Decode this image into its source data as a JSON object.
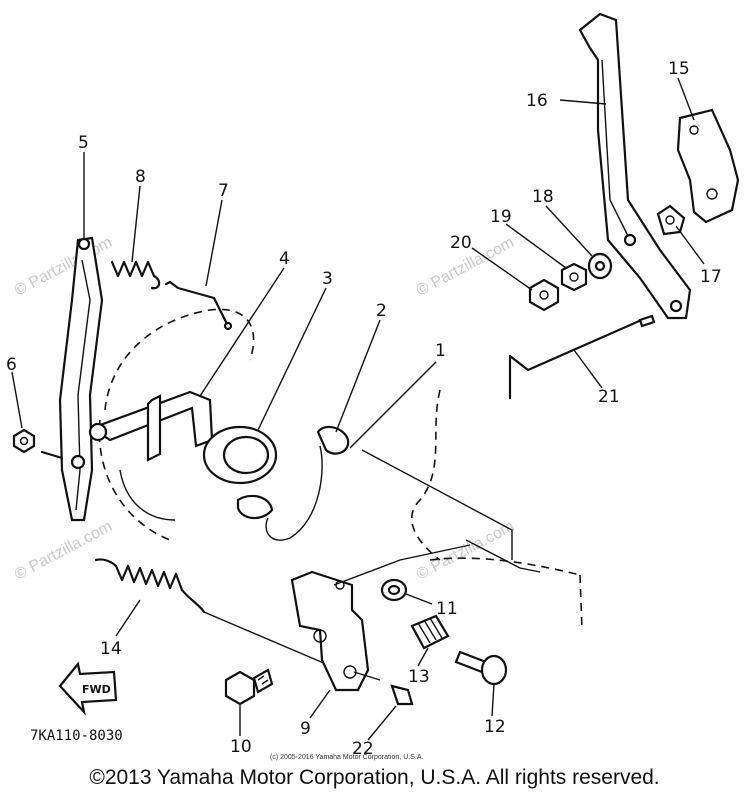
{
  "parts": [
    {
      "n": "1"
    },
    {
      "n": "2"
    },
    {
      "n": "3"
    },
    {
      "n": "4"
    },
    {
      "n": "5"
    },
    {
      "n": "6"
    },
    {
      "n": "7"
    },
    {
      "n": "8"
    },
    {
      "n": "9"
    },
    {
      "n": "10"
    },
    {
      "n": "11"
    },
    {
      "n": "12"
    },
    {
      "n": "13"
    },
    {
      "n": "14"
    },
    {
      "n": "15"
    },
    {
      "n": "16"
    },
    {
      "n": "17"
    },
    {
      "n": "18"
    },
    {
      "n": "19"
    },
    {
      "n": "20"
    },
    {
      "n": "21"
    },
    {
      "n": "22"
    }
  ],
  "direction_label": "FWD",
  "reference_code": "7KA110-8030",
  "watermark": "© Partzilla.com",
  "small_copyright": "(c) 2005-2016 Yamaha Motor Corporation, U.S.A.",
  "copyright": "©2013 Yamaha Motor Corporation, U.S.A. All rights reserved."
}
